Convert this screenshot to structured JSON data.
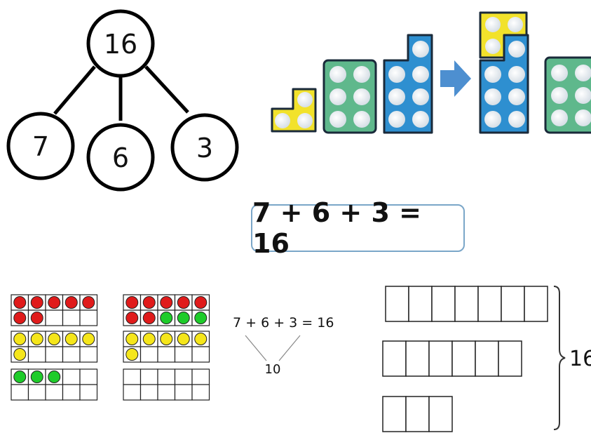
{
  "part_whole": {
    "whole": "16",
    "parts": [
      "7",
      "6",
      "3"
    ]
  },
  "numicons": {
    "before": [
      "3",
      "6",
      "7"
    ],
    "after": [
      "10",
      "6"
    ],
    "colors": {
      "three": "#f2e22b",
      "six": "#5fb88c",
      "seven": "#2e8fd0",
      "arrow": "#4d8fd0",
      "peg": "#e8eef2"
    }
  },
  "equation": "7 + 6 + 3 = 16",
  "ten_frames": {
    "colors": {
      "red": "#e01b1b",
      "yellow": "#f5e61b",
      "green": "#1ecc2a"
    },
    "set_a": [
      {
        "counters": [
          "red",
          "red",
          "red",
          "red",
          "red",
          "red",
          "red",
          "",
          "",
          ""
        ]
      },
      {
        "counters": [
          "yellow",
          "yellow",
          "yellow",
          "yellow",
          "yellow",
          "yellow",
          "",
          "",
          "",
          ""
        ]
      },
      {
        "counters": [
          "green",
          "green",
          "green",
          "",
          "",
          "",
          "",
          "",
          "",
          ""
        ]
      }
    ],
    "set_b": [
      {
        "counters": [
          "red",
          "red",
          "red",
          "red",
          "red",
          "red",
          "red",
          "green",
          "green",
          "green"
        ]
      },
      {
        "counters": [
          "yellow",
          "yellow",
          "yellow",
          "yellow",
          "yellow",
          "yellow",
          "",
          "",
          "",
          ""
        ]
      },
      {
        "counters": [
          "",
          "",
          "",
          "",
          "",
          "",
          "",
          "",
          "",
          ""
        ]
      }
    ]
  },
  "small_equation": {
    "text": "7 + 6 + 3 = 16",
    "bridge": "10"
  },
  "bar_model": {
    "bars": [
      7,
      6,
      3
    ],
    "total": "16"
  }
}
